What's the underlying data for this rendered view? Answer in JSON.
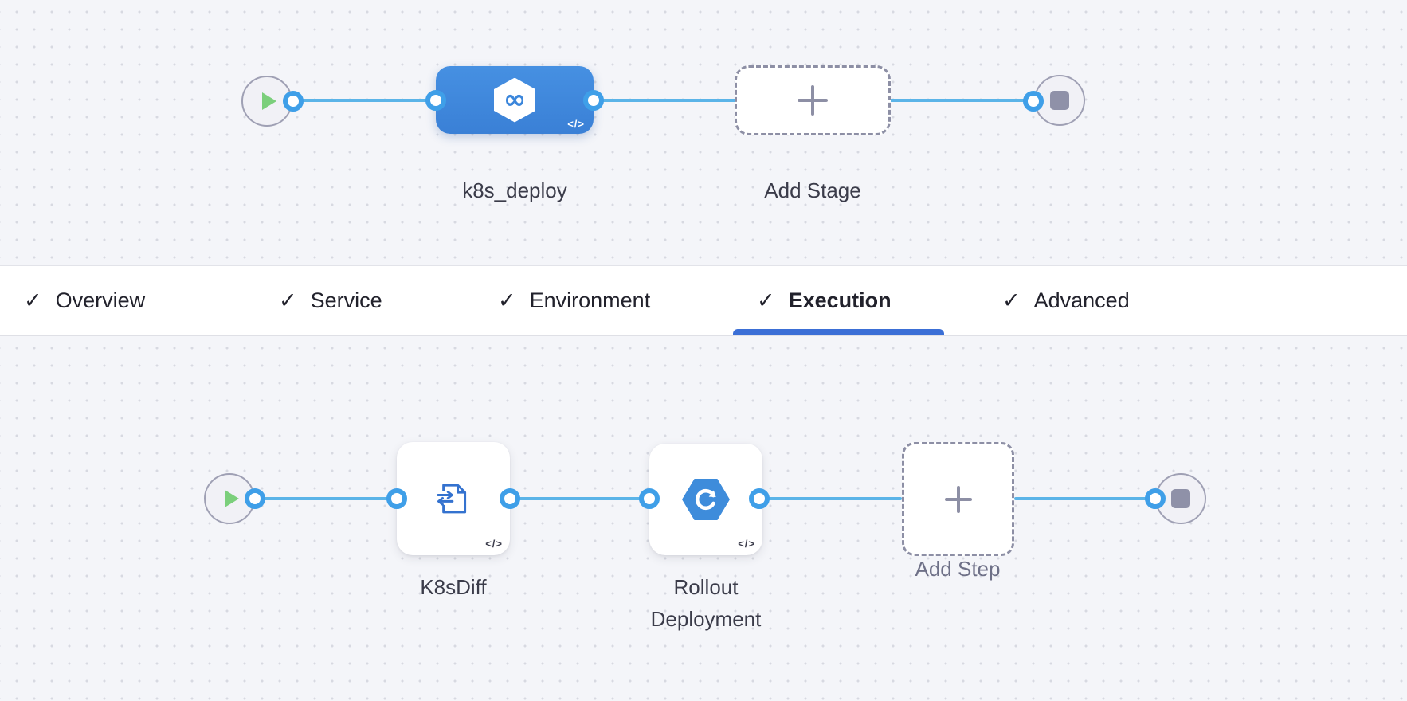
{
  "tabs": {
    "check_glyph": "✓",
    "items": [
      {
        "label": "Overview"
      },
      {
        "label": "Service"
      },
      {
        "label": "Environment"
      },
      {
        "label": "Execution"
      },
      {
        "label": "Advanced"
      }
    ],
    "active_label": "Execution"
  },
  "stage_pipeline": {
    "stage_name": "k8s_deploy",
    "add_stage_label": "Add Stage",
    "code_glyph": "</>",
    "infinity_glyph": "∞"
  },
  "execution_pipeline": {
    "step1_name": "K8sDiff",
    "step2_name": "Rollout Deployment",
    "add_step_label": "Add Step",
    "code_glyph": "</>"
  },
  "icons": {
    "start": "play-icon",
    "end": "stop-icon",
    "add": "plus-icon",
    "stage": "infinity-hexagon-icon",
    "k8s_diff": "document-diff-icon",
    "rollout": "rollout-circular-arrow-icon"
  },
  "colors": {
    "link_blue": "#5bb4e8",
    "port_blue": "#3f9fe8",
    "stage_blue": "#3e87db",
    "underline_blue": "#3b6fd6",
    "play_green": "#7bcf7b",
    "stop_gray": "#8f91a8",
    "canvas_bg": "#f4f5f9"
  }
}
